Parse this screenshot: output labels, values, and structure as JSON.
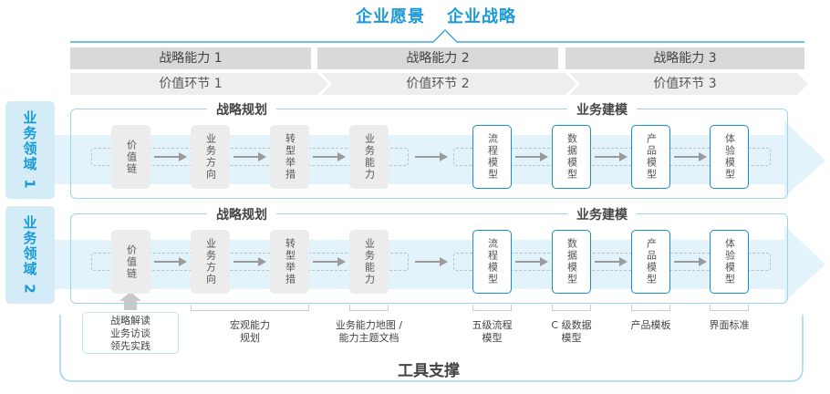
{
  "header": {
    "vision": "企业愿景",
    "strategy": "企业战略"
  },
  "capabilities": [
    "战略能力 1",
    "战略能力 2",
    "战略能力 3"
  ],
  "value_chain": [
    "价值环节 1",
    "价值环节 2",
    "价值环节 3"
  ],
  "rows": [
    {
      "domain": "业务领域 1",
      "planning": "战略规划",
      "modeling": "业务建模"
    },
    {
      "domain": "业务领域 2",
      "planning": "战略规划",
      "modeling": "业务建模"
    }
  ],
  "boxes": [
    {
      "label": "价值链",
      "style": "grey"
    },
    {
      "label": "业务方向",
      "style": "grey"
    },
    {
      "label": "转型举措",
      "style": "grey"
    },
    {
      "label": "业务能力",
      "style": "grey"
    },
    {
      "label": "流程模型",
      "style": "outlined"
    },
    {
      "label": "数据模型",
      "style": "outlined"
    },
    {
      "label": "产品模型",
      "style": "outlined"
    },
    {
      "label": "体验模型",
      "style": "outlined"
    }
  ],
  "inputs": "战略解读\n业务访谈\n领先实践",
  "outputs": [
    "宏观能力\n规划",
    "业务能力地图 /\n能力主题文档",
    "五级流程\n模型",
    "C 级数据\n模型",
    "产品模板",
    "界面标准"
  ],
  "footer": "工具支撑",
  "colors": {
    "accent": "#1a9ad6",
    "box_grey": "#ececec",
    "cap_grey": "#d9d9d9",
    "band": "#e3f3fb"
  }
}
